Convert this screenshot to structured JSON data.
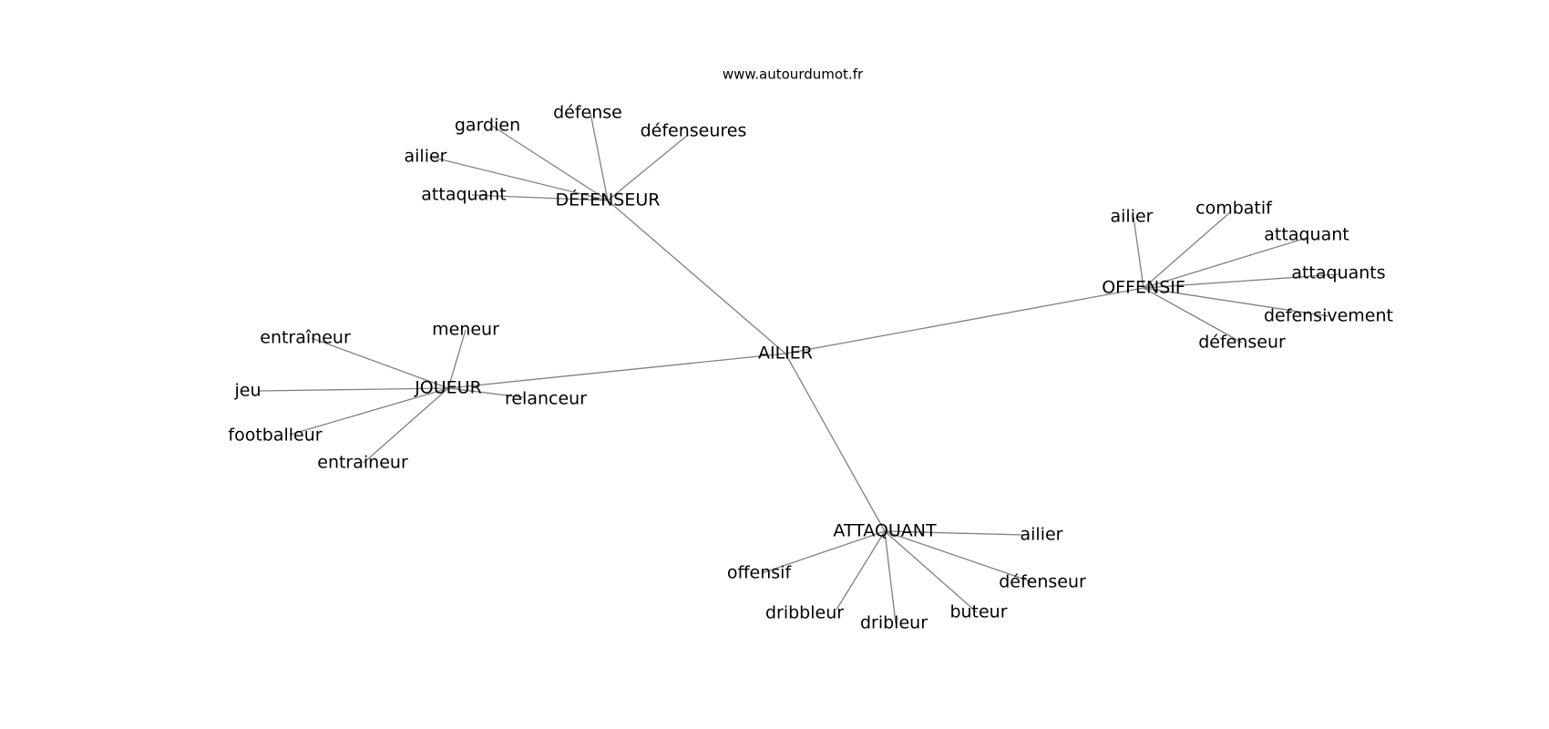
{
  "source": "www.autourdumot.fr",
  "colors": {
    "edge": "#808080",
    "text": "#000000",
    "background": "#ffffff"
  },
  "graph": {
    "center": "AILIER",
    "hubs": [
      {
        "label": "DÉFENSEUR",
        "leaves": [
          "gardien",
          "défense",
          "défenseures",
          "ailier",
          "attaquant"
        ]
      },
      {
        "label": "OFFENSIF",
        "leaves": [
          "ailier",
          "combatif",
          "attaquant",
          "attaquants",
          "defensivement",
          "défenseur"
        ]
      },
      {
        "label": "JOUEUR",
        "leaves": [
          "entraîneur",
          "meneur",
          "jeu",
          "relanceur",
          "footballeur",
          "entraineur"
        ]
      },
      {
        "label": "ATTAQUANT",
        "leaves": [
          "ailier",
          "offensif",
          "défenseur",
          "dribbleur",
          "dribleur",
          "buteur"
        ]
      }
    ]
  }
}
